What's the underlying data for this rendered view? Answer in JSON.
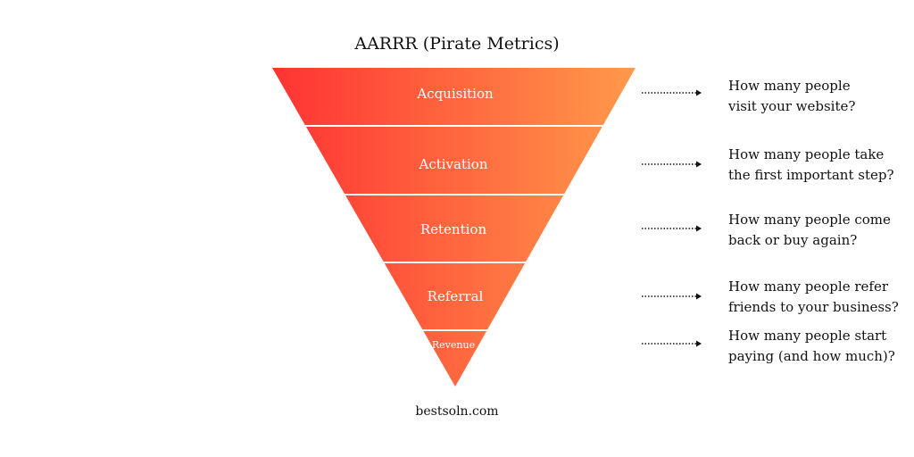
{
  "title": "AARRR (Pirate Metrics)",
  "stages": [
    {
      "label": "Acquisition",
      "question": [
        "How many people",
        "visit your website?"
      ]
    },
    {
      "label": "Activation",
      "question": [
        "How many people take",
        "the first important step?"
      ]
    },
    {
      "label": "Retention",
      "question": [
        "How many people come",
        "back or buy again?"
      ]
    },
    {
      "label": "Referral",
      "question": [
        "How many people refer",
        "friends to your business?"
      ]
    },
    {
      "label": "Revenue",
      "question": [
        "How many people start",
        "paying (and how much)?"
      ]
    }
  ],
  "footer": "bestsoln.com",
  "colors": {
    "gradient_start": "#ff3333",
    "gradient_end": "#ff9a4a",
    "divider": "#ffffff",
    "text": "#111111"
  }
}
